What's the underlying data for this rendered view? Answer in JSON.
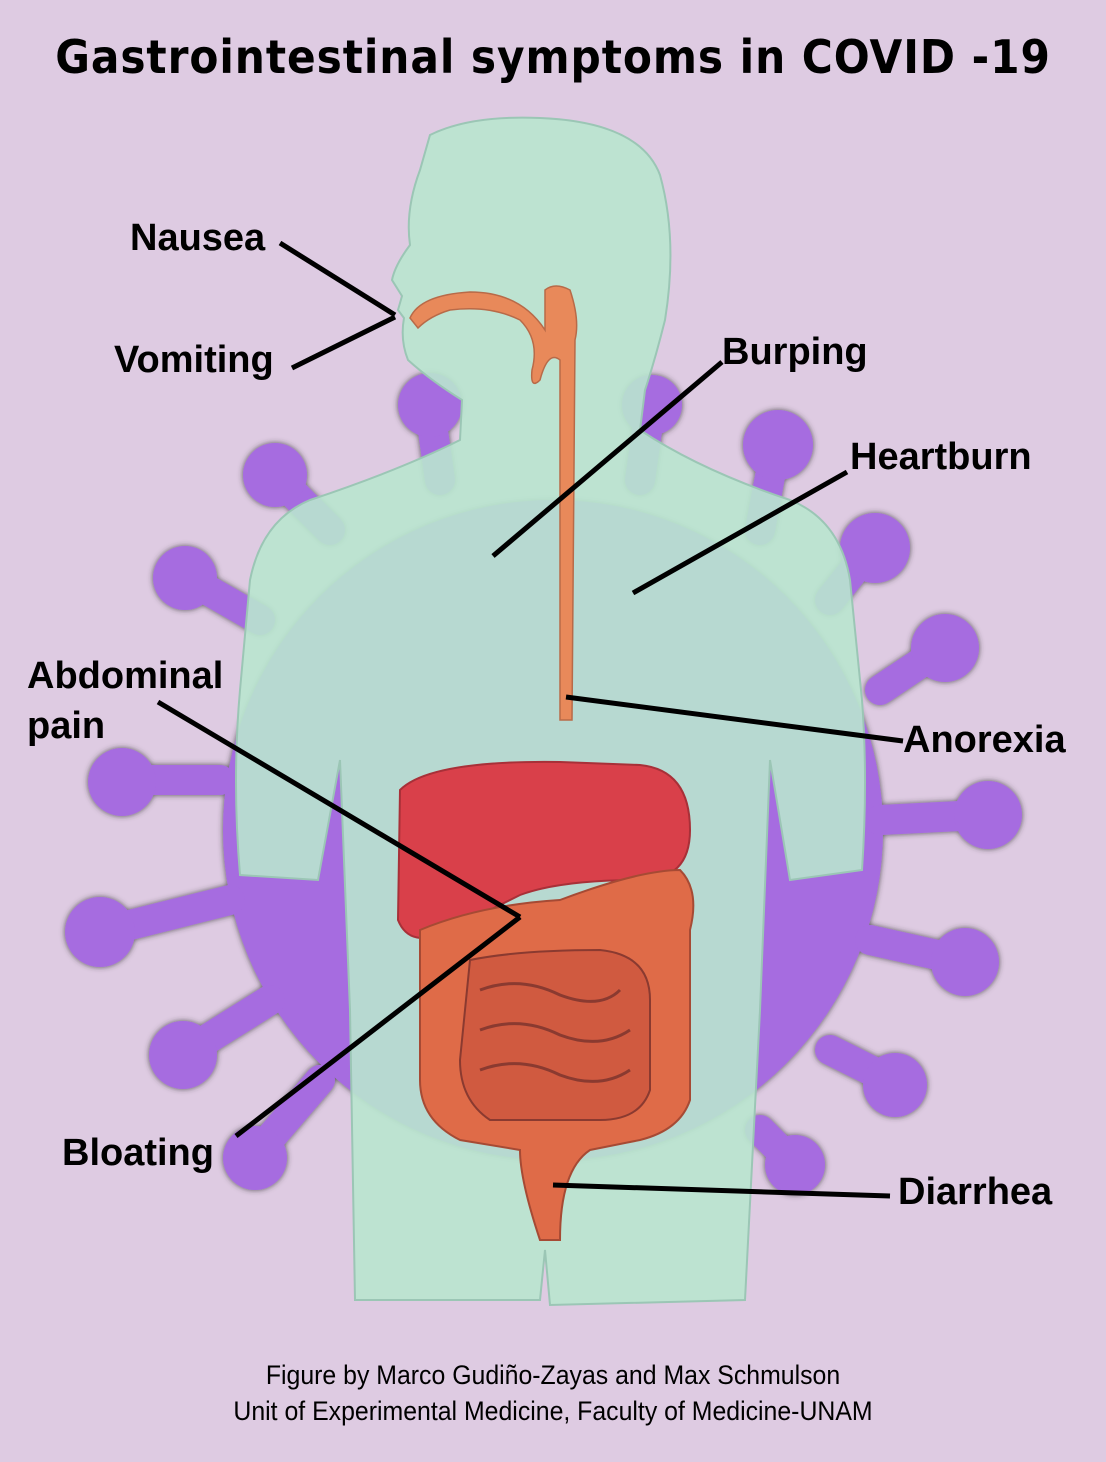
{
  "title": "Gastrointestinal symptoms in COVID -19",
  "colors": {
    "background": "#decbe2",
    "body": "#b9e6cf",
    "virus": "#a66ce0",
    "esophagus": "#e8895a",
    "stomach": "#d9404a",
    "intestine": "#df6b48",
    "leader_line": "#000000"
  },
  "labels": {
    "nausea": "Nausea",
    "vomiting": "Vomiting",
    "burping": "Burping",
    "heartburn": "Heartburn",
    "abdominal_pain_line1": "Abdominal",
    "abdominal_pain_line2": "pain",
    "anorexia": "Anorexia",
    "bloating": "Bloating",
    "diarrhea": "Diarrhea"
  },
  "credits": {
    "line1": "Figure by Marco Gudiño-Zayas and Max Schmulson",
    "line2": "Unit of Experimental Medicine, Faculty of Medicine-UNAM"
  }
}
